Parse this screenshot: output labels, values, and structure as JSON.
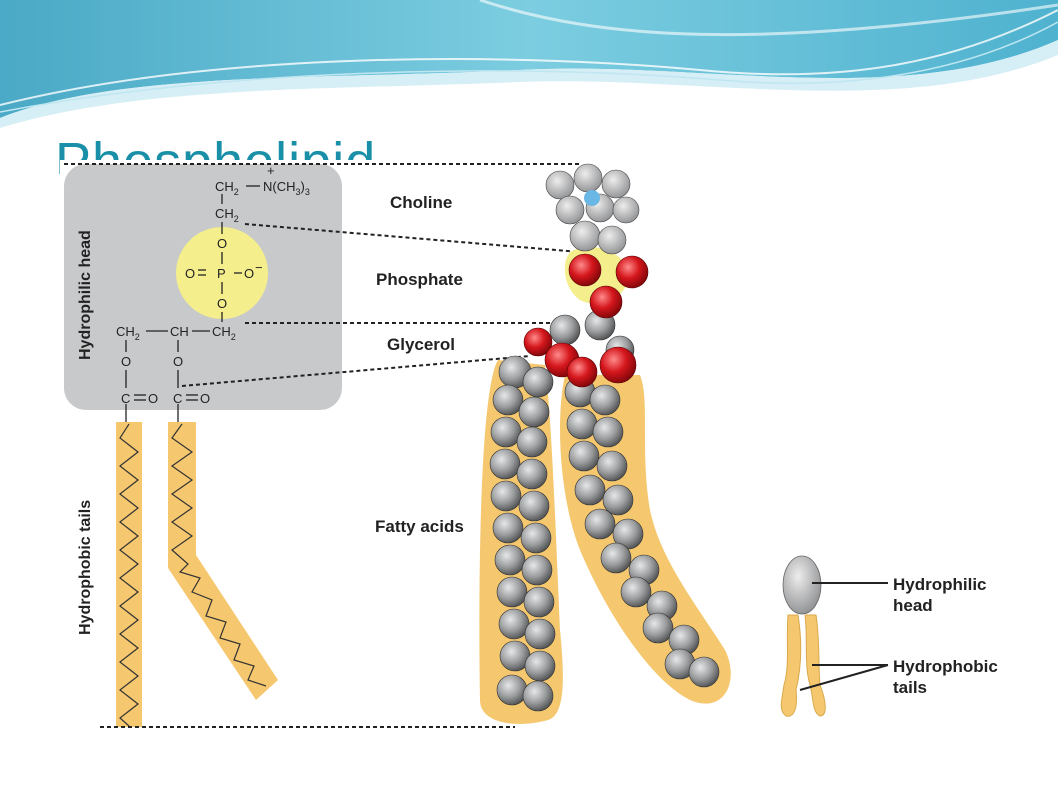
{
  "slide": {
    "title": "Phospholipid"
  },
  "structure": {
    "choline_formula_a": "CH",
    "choline_formula_b": "N(CH",
    "ch2_label": "CH",
    "phosphate_p": "P",
    "o_label": "O",
    "c_label": "C",
    "charge_plus": "+",
    "charge_minus": "−",
    "ch_label": "CH",
    "subscript_2": "2",
    "subscript_3": "3"
  },
  "labels": {
    "hydrophilic_head_vertical": "Hydrophilic head",
    "hydrophobic_tails_vertical": "Hydrophobic tails",
    "choline": "Choline",
    "phosphate": "Phosphate",
    "glycerol": "Glycerol",
    "fatty_acids": "Fatty acids",
    "icon_head_line1": "Hydrophilic",
    "icon_head_line2": "head",
    "icon_tails_line1": "Hydrophobic",
    "icon_tails_line2": "tails"
  },
  "colors": {
    "title": "#1a8fa8",
    "head_box": "#c8c9cb",
    "phosphate_circle": "#f4ee8c",
    "tail_fill": "#f5c870",
    "carbon_atom": "#8a8c8e",
    "oxygen_atom": "#d4161c",
    "nitrogen_atom": "#6ab7e6"
  }
}
